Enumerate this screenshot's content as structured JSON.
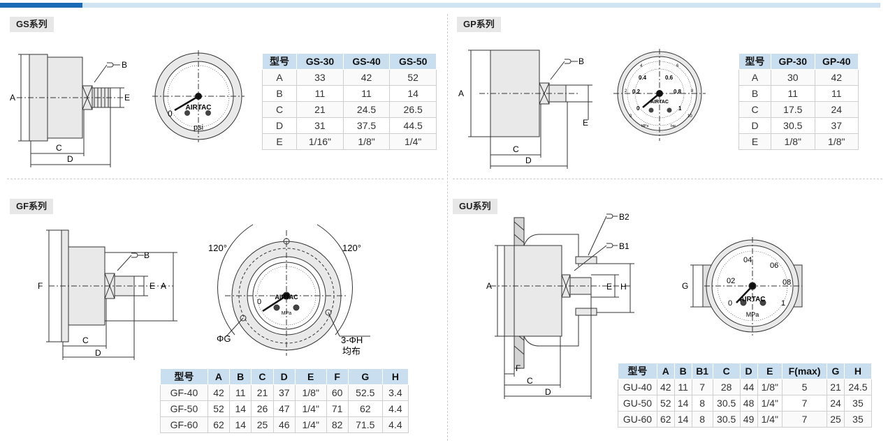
{
  "sections": {
    "gs": {
      "title": "GS系列",
      "dim_labels": {
        "a": "A",
        "b": "B",
        "c": "C",
        "d": "D",
        "e": "E"
      },
      "gauge": {
        "brand": "AIRTAC",
        "unit": "psi",
        "zero": "0"
      },
      "table": {
        "headers": [
          "型号",
          "GS-30",
          "GS-40",
          "GS-50"
        ],
        "rows": [
          [
            "A",
            "33",
            "42",
            "52"
          ],
          [
            "B",
            "11",
            "11",
            "14"
          ],
          [
            "C",
            "21",
            "24.5",
            "26.5"
          ],
          [
            "D",
            "31",
            "37.5",
            "44.5"
          ],
          [
            "E",
            "1/16\"",
            "1/8\"",
            "1/4\""
          ]
        ]
      }
    },
    "gp": {
      "title": "GP系列",
      "dim_labels": {
        "a": "A",
        "b": "B",
        "c": "C",
        "d": "D",
        "e": "E"
      },
      "gauge": {
        "brand": "AIRTAC",
        "inner_ticks": [
          "0",
          "0.2",
          "0.4",
          "0.6",
          "0.8",
          "1"
        ],
        "outer_ticks": [
          "0",
          "2",
          "4",
          "6",
          "8",
          "10"
        ],
        "unit_left": "MPa",
        "unit_right": "bar"
      },
      "table": {
        "headers": [
          "型号",
          "GP-30",
          "GP-40"
        ],
        "rows": [
          [
            "A",
            "30",
            "42"
          ],
          [
            "B",
            "11",
            "11"
          ],
          [
            "C",
            "17.5",
            "24"
          ],
          [
            "D",
            "30.5",
            "37"
          ],
          [
            "E",
            "1/8\"",
            "1/8\""
          ]
        ]
      }
    },
    "gf": {
      "title": "GF系列",
      "dim_labels": {
        "a": "A",
        "b": "B",
        "c": "C",
        "d": "D",
        "e": "E",
        "f": "F",
        "g": "ΦG",
        "h": "3-ΦH",
        "h_note": "均布",
        "angle_left": "120°",
        "angle_right": "120°"
      },
      "gauge": {
        "brand": "AIRTAC",
        "unit": "MPa",
        "zero": "0"
      },
      "table": {
        "headers": [
          "型号",
          "A",
          "B",
          "C",
          "D",
          "E",
          "F",
          "G",
          "H"
        ],
        "rows": [
          [
            "GF-40",
            "42",
            "11",
            "21",
            "37",
            "1/8\"",
            "60",
            "52.5",
            "3.4"
          ],
          [
            "GF-50",
            "52",
            "14",
            "26",
            "47",
            "1/4\"",
            "71",
            "62",
            "4.4"
          ],
          [
            "GF-60",
            "62",
            "14",
            "25",
            "46",
            "1/4\"",
            "82",
            "71.5",
            "4.4"
          ]
        ]
      }
    },
    "gu": {
      "title": "GU系列",
      "dim_labels": {
        "a": "A",
        "b1": "B1",
        "b2": "B2",
        "c": "C",
        "d": "D",
        "e": "E",
        "f": "F",
        "g": "G",
        "h": "H"
      },
      "gauge": {
        "brand": "AIRTAC",
        "unit": "MPa",
        "ticks": [
          "0",
          "02",
          "04",
          "06",
          "08",
          "1"
        ]
      },
      "table": {
        "headers": [
          "型号",
          "A",
          "B",
          "B1",
          "C",
          "D",
          "E",
          "F(max)",
          "G",
          "H"
        ],
        "rows": [
          [
            "GU-40",
            "42",
            "11",
            "7",
            "28",
            "44",
            "1/8\"",
            "5",
            "21",
            "24.5"
          ],
          [
            "GU-50",
            "52",
            "14",
            "8",
            "30.5",
            "48",
            "1/4\"",
            "7",
            "24",
            "35"
          ],
          [
            "GU-60",
            "62",
            "14",
            "8",
            "30.5",
            "49",
            "1/4\"",
            "7",
            "25",
            "35"
          ]
        ]
      }
    }
  }
}
